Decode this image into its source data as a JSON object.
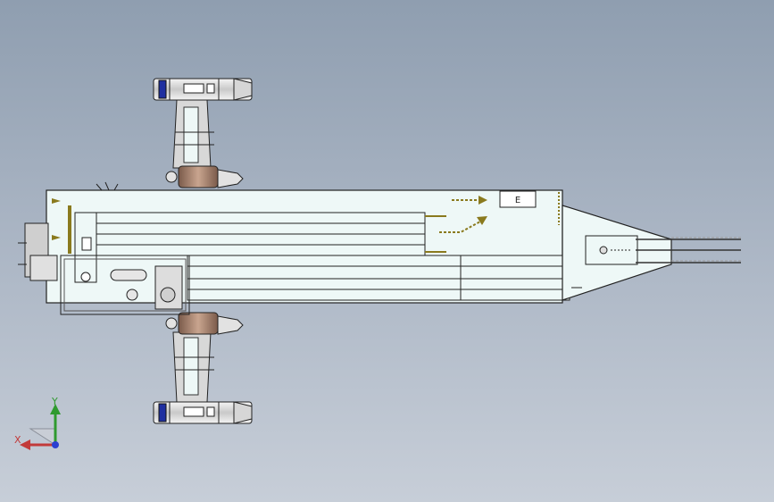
{
  "viewport": {
    "background_top": "#8f9eb0",
    "background_bottom": "#c7ced8"
  },
  "model": {
    "view": "top",
    "hull_color": "#eef8f7",
    "outline_color": "#222222",
    "accent_color": "#8a7a1e",
    "engine_cap_color": "#1f2fa0",
    "hatch_label": "E"
  },
  "triad": {
    "x_label": "X",
    "y_label": "Y",
    "x_color": "#c23a3a",
    "y_color": "#2f9a2f",
    "z_color": "#2a3fd0"
  }
}
